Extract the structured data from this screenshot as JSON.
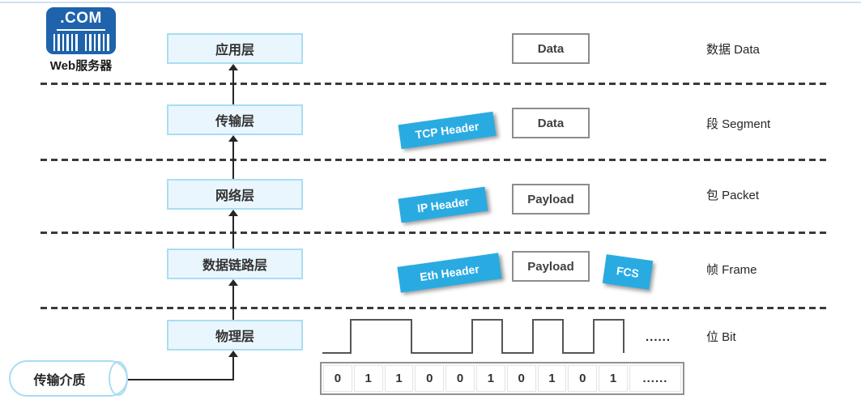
{
  "logo": {
    "com_text": ".COM",
    "server_label": "Web服务器"
  },
  "layers": [
    {
      "label": "应用层"
    },
    {
      "label": "传输层"
    },
    {
      "label": "网络层"
    },
    {
      "label": "数据链路层"
    },
    {
      "label": "物理层"
    }
  ],
  "medium": {
    "label": "传输介质"
  },
  "encapsulation": {
    "app": {
      "data": "Data"
    },
    "transport": {
      "header": "TCP Header",
      "data": "Data"
    },
    "network": {
      "header": "IP Header",
      "data": "Payload"
    },
    "datalink": {
      "header": "Eth Header",
      "data": "Payload",
      "trailer": "FCS"
    },
    "physical": {
      "ellipsis": "......"
    }
  },
  "units": [
    {
      "label": "数据 Data"
    },
    {
      "label": "段 Segment"
    },
    {
      "label": "包 Packet"
    },
    {
      "label": "帧 Frame"
    },
    {
      "label": "位 Bit"
    }
  ],
  "bits": {
    "cells": [
      "0",
      "1",
      "1",
      "0",
      "0",
      "1",
      "0",
      "1",
      "0",
      "1",
      "......"
    ]
  },
  "colors": {
    "tag_blue": "#29abe2",
    "logo_blue": "#1e63ac",
    "layer_fill": "#eaf6fd",
    "layer_border": "#a9def2",
    "box_border": "#8c8c8c",
    "line_dark": "#262626"
  }
}
